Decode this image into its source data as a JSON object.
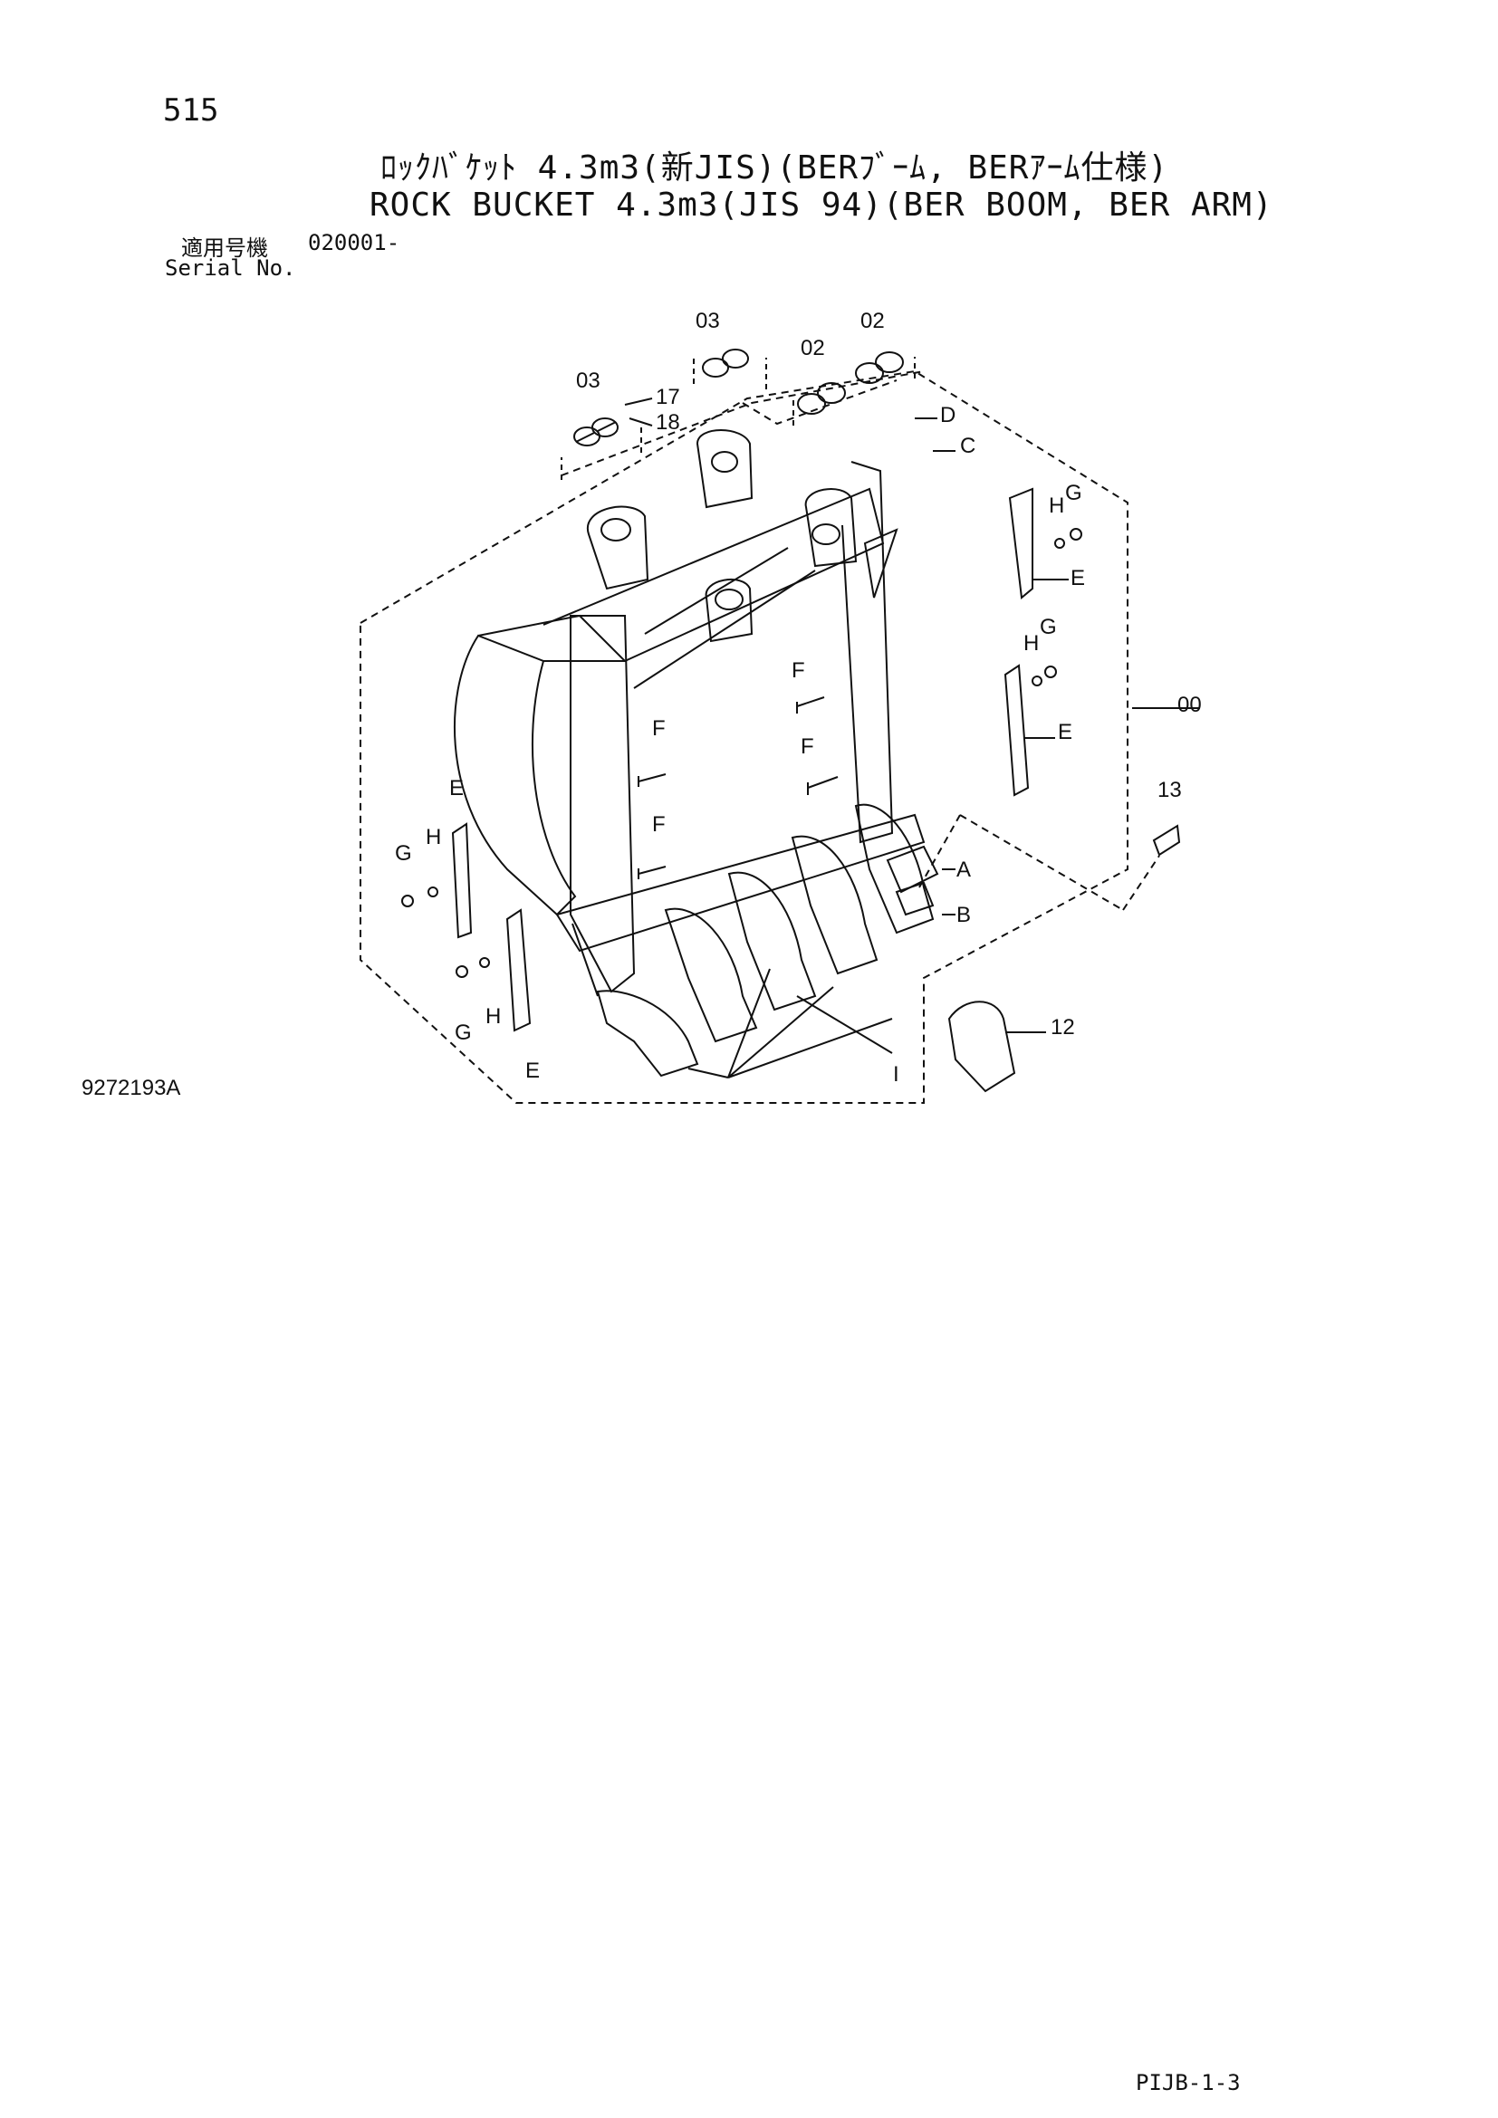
{
  "header": {
    "page_number": "515",
    "title_jp": "ﾛｯｸﾊﾞｹｯﾄ 4.3m3(新JIS)(BERﾌﾞｰﾑ, BERｱｰﾑ仕様)",
    "title_en": "ROCK BUCKET 4.3m3(JIS 94)(BER BOOM, BER ARM)",
    "serial_label_jp": "適用号機",
    "serial_value": "020001-",
    "serial_label_en": "Serial No."
  },
  "callouts": {
    "c03a": "03",
    "c03b": "03",
    "c02a": "02",
    "c02b": "02",
    "c17": "17",
    "c18": "18",
    "cD": "D",
    "cC": "C",
    "cH1": "H",
    "cG1": "G",
    "cE1": "E",
    "cH2": "H",
    "cG2": "G",
    "cE2": "E",
    "c00": "00",
    "cF1": "F",
    "cF2": "F",
    "cF3": "F",
    "cF4": "F",
    "c13": "13",
    "cA": "A",
    "cB": "B",
    "c12": "12",
    "cE3": "E",
    "cG3": "G",
    "cH3": "H",
    "cG4": "G",
    "cH4": "H",
    "cE4": "E",
    "cI": "I"
  },
  "footer": {
    "drawing_number": "9272193A",
    "page_code": "PIJB-1-3"
  }
}
